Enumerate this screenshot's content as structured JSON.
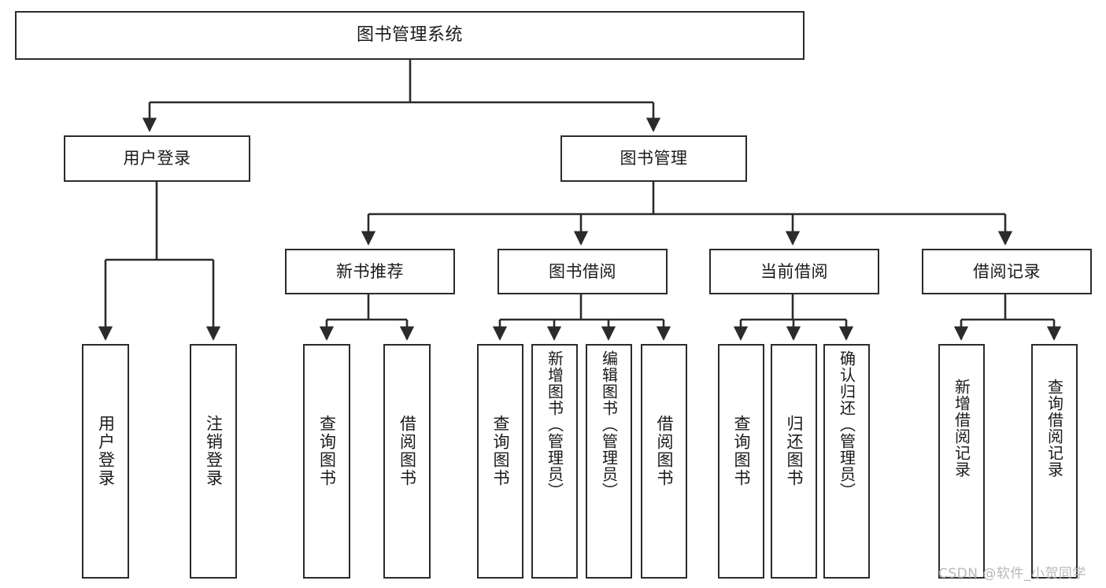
{
  "diagram": {
    "title": "图书管理系统",
    "type": "tree",
    "levels": 4,
    "root": {
      "label": "图书管理系统"
    },
    "level2": [
      {
        "label": "用户登录"
      },
      {
        "label": "图书管理"
      }
    ],
    "level3": [
      {
        "label": "新书推荐"
      },
      {
        "label": "图书借阅"
      },
      {
        "label": "当前借阅"
      },
      {
        "label": "借阅记录"
      }
    ],
    "leaves": {
      "user_login": [
        {
          "label": "用户登录"
        },
        {
          "label": "注销登录"
        }
      ],
      "new_book": [
        {
          "label": "查询图书"
        },
        {
          "label": "借阅图书"
        }
      ],
      "book_borrow": [
        {
          "label": "查询图书"
        },
        {
          "label": "新增图书（管理员）"
        },
        {
          "label": "编辑图书（管理员）"
        },
        {
          "label": "借阅图书"
        }
      ],
      "current_borrow": [
        {
          "label": "查询图书"
        },
        {
          "label": "归还图书"
        },
        {
          "label": "确认归还（管理员）"
        }
      ],
      "borrow_record": [
        {
          "label": "新增借阅记录"
        },
        {
          "label": "查询借阅记录"
        }
      ]
    }
  },
  "watermark": {
    "text": "CSDN @软件_小贺同学"
  },
  "colors": {
    "border": "#2b2b2b",
    "background": "#ffffff",
    "text": "#1a1a1a",
    "watermark": "#b8b8b8"
  }
}
